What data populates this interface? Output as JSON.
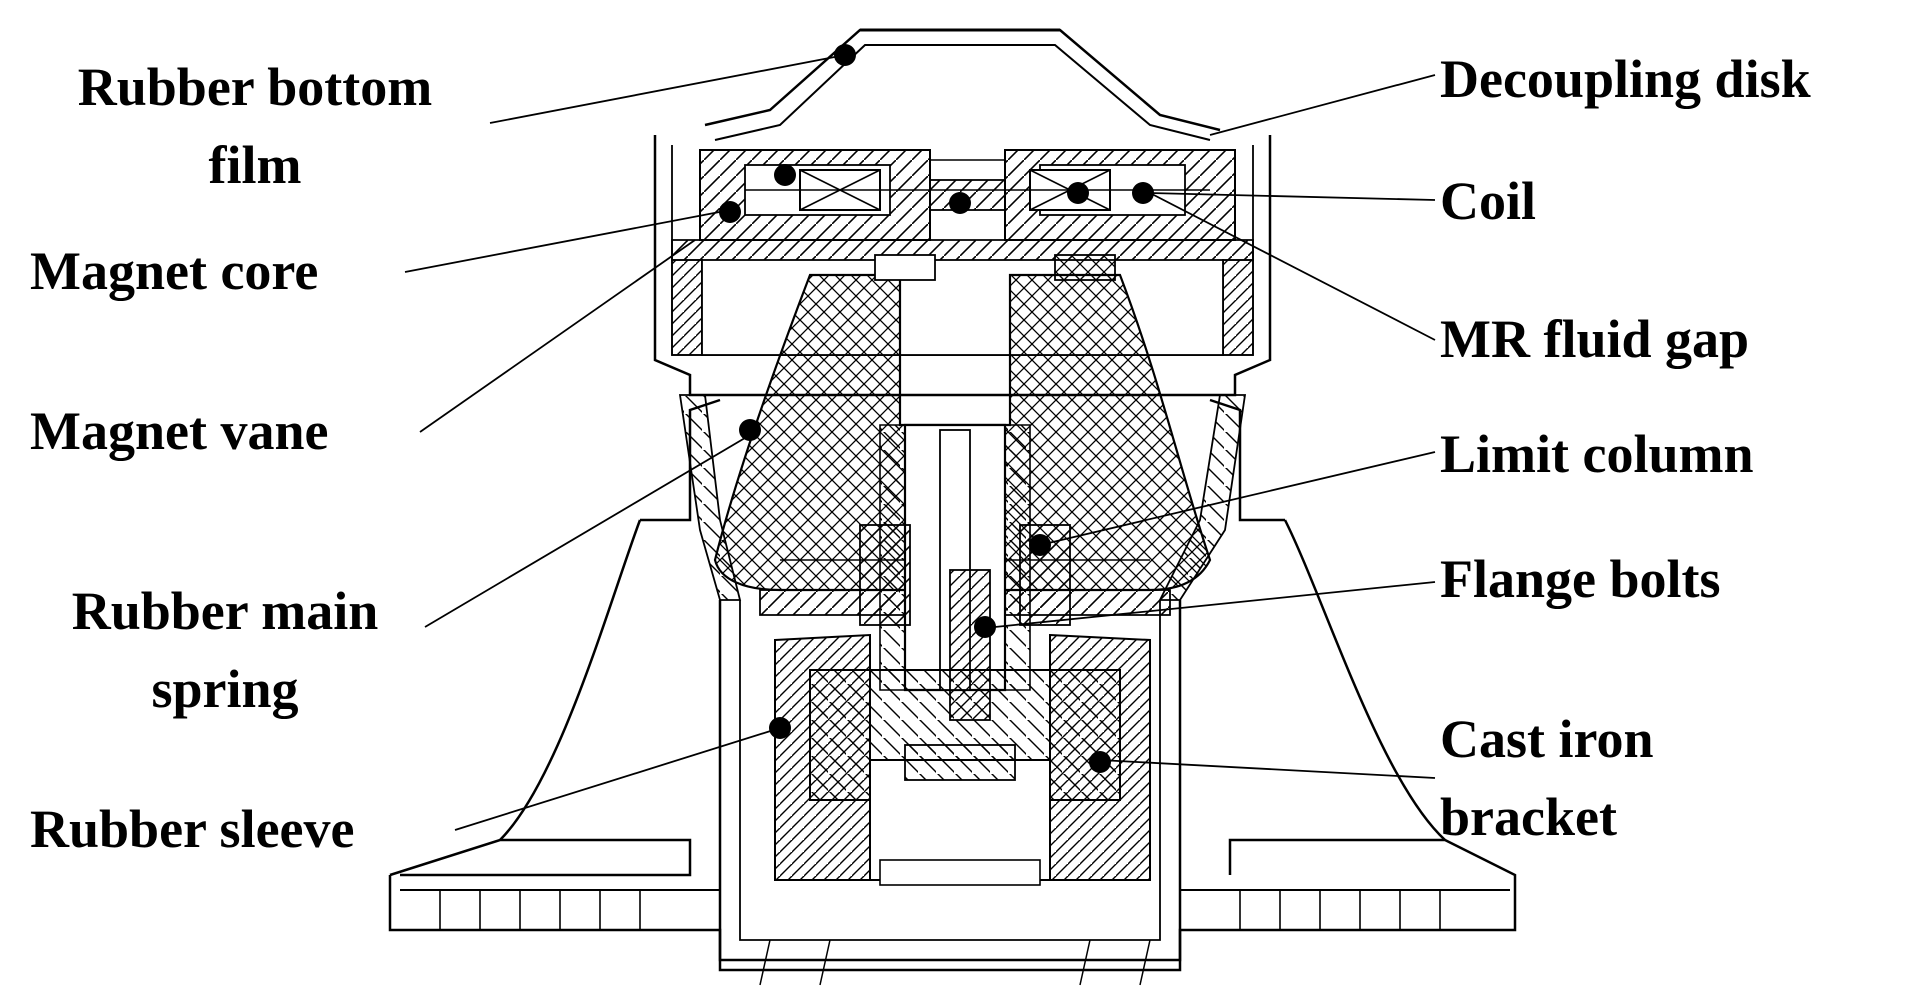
{
  "labels": {
    "rubber_bottom_film": {
      "line1": "Rubber bottom",
      "line2": "film"
    },
    "magnet_core": "Magnet core",
    "magnet_vane": "Magnet vane",
    "rubber_main_spring": {
      "line1": "Rubber main",
      "line2": "spring"
    },
    "rubber_sleeve": "Rubber sleeve",
    "decoupling_disk": "Decoupling disk",
    "coil": "Coil",
    "mr_fluid_gap": "MR fluid gap",
    "limit_column": "Limit column",
    "flange_bolts": "Flange bolts",
    "cast_iron_bracket": {
      "line1": "Cast iron",
      "line2": "bracket"
    }
  },
  "colors": {
    "ink": "#000000",
    "background": "#ffffff"
  }
}
